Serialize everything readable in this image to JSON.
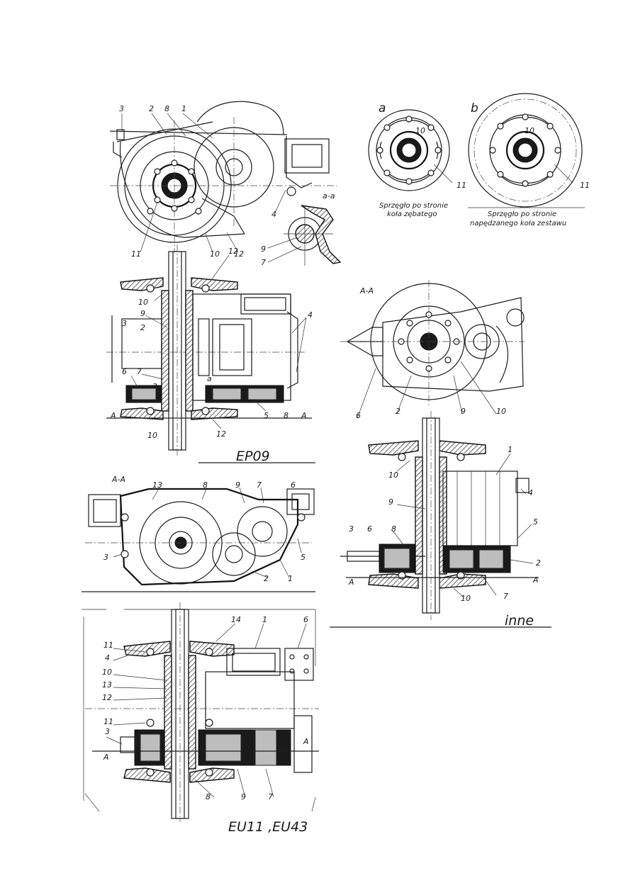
{
  "labels": {
    "v1": [
      "3",
      "2",
      "8",
      "1",
      "4",
      "11",
      "10",
      "12",
      "9",
      "7"
    ],
    "v1_section": "a-a",
    "v2_letters": [
      "a",
      "b"
    ],
    "v2_nums_a": [
      "10",
      "11"
    ],
    "v2_nums_b": [
      "10",
      "11"
    ],
    "v2_cap_a": [
      "Sprzęgło po stronie",
      "koła zębatego"
    ],
    "v2_cap_b": [
      "Sprzęgło po stronie",
      "napędzanego koła zestawu"
    ],
    "v3": [
      "10",
      "9",
      "3",
      "2",
      "6",
      "7",
      "a",
      "4",
      "12",
      "10",
      "12",
      "5",
      "8",
      "A",
      "A"
    ],
    "v3_section_mark": "a",
    "v3_title": "EP09",
    "v4_section": "A-A",
    "v4": [
      "6",
      "2",
      "9",
      "10"
    ],
    "v5_section": "A-A",
    "v5": [
      "13",
      "8",
      "9",
      "7",
      "6",
      "3",
      "5",
      "2",
      "1"
    ],
    "v6": [
      "1",
      "4",
      "10",
      "9",
      "5",
      "3",
      "6",
      "8",
      "2",
      "A",
      "A",
      "10",
      "7"
    ],
    "v6_title": "inne",
    "v7": [
      "14",
      "1",
      "6",
      "11",
      "4",
      "10",
      "13",
      "12",
      "11",
      "3",
      "A",
      "A",
      "8",
      "9",
      "7"
    ],
    "v7_title": "EU11 ,EU43"
  }
}
